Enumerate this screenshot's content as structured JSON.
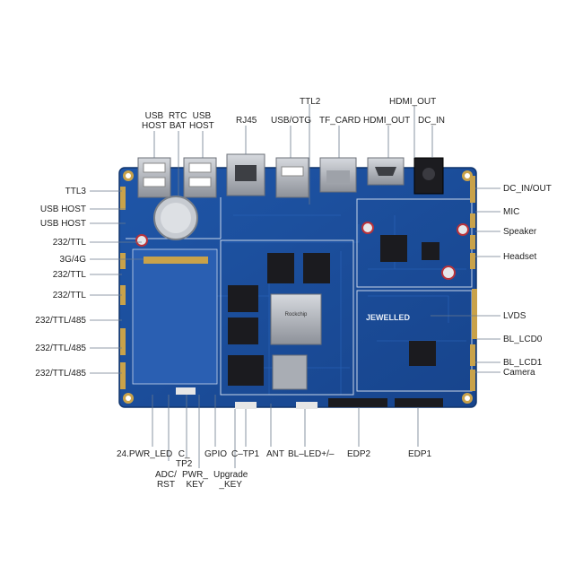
{
  "colors": {
    "pcb": "#1d4f9c",
    "pcb_dark": "#163e7e",
    "trace": "#2a63b8",
    "silkscreen": "#e8eef7",
    "metal": "#b9bcc2",
    "chip": "#1b1b1f",
    "gold": "#c9a24a",
    "leader": "#6b7a8c",
    "label": "#222222"
  },
  "labels": {
    "top": {
      "usb_host_1": "USB\nHOST",
      "rtc_bat": "RTC\nBAT",
      "usb_host_2": "USB\nHOST",
      "rj45": "RJ45",
      "usb_otg": "USB/OTG",
      "ttl2": "TTL2",
      "tf_card": "TF_CARD",
      "hdmi_out": "HDMI_OUT",
      "hdmi_out_top": "HDMI_OUT",
      "dc_in": "DC_IN"
    },
    "left": {
      "ttl3": "TTL3",
      "usb_host_a": "USB HOST",
      "usb_host_b": "USB HOST",
      "l232_ttl_1": "232/TTL",
      "g3_4g": "3G/4G",
      "l232_ttl_2": "232/TTL",
      "l232_ttl_3": "232/TTL",
      "l485_1": "232/TTL/485",
      "l485_2": "232/TTL/485",
      "l485_3": "232/TTL/485"
    },
    "right": {
      "dc_in_out": "DC_IN/OUT",
      "mic": "MIC",
      "speaker": "Speaker",
      "headset": "Headset",
      "lvds": "LVDS",
      "bl_lcd0": "BL_LCD0",
      "bl_lcd1": "BL_LCD1",
      "camera": "Camera"
    },
    "bottom": {
      "pwr_led": "24.PWR_LED",
      "c_tp2": "C_\nTP2",
      "gpio": "GPIO",
      "c_tp1": "C–TP1",
      "ant": "ANT",
      "bl_led": "BL–LED+/–",
      "edp2": "EDP2",
      "edp1": "EDP1",
      "adc_rst": "ADC/\nRST",
      "pwr_key": "PWR_\nKEY",
      "upgrade_key": "Upgrade\n_KEY"
    }
  },
  "board_marks": {
    "brand": "JEWELLED",
    "soc": "Rockchip"
  }
}
